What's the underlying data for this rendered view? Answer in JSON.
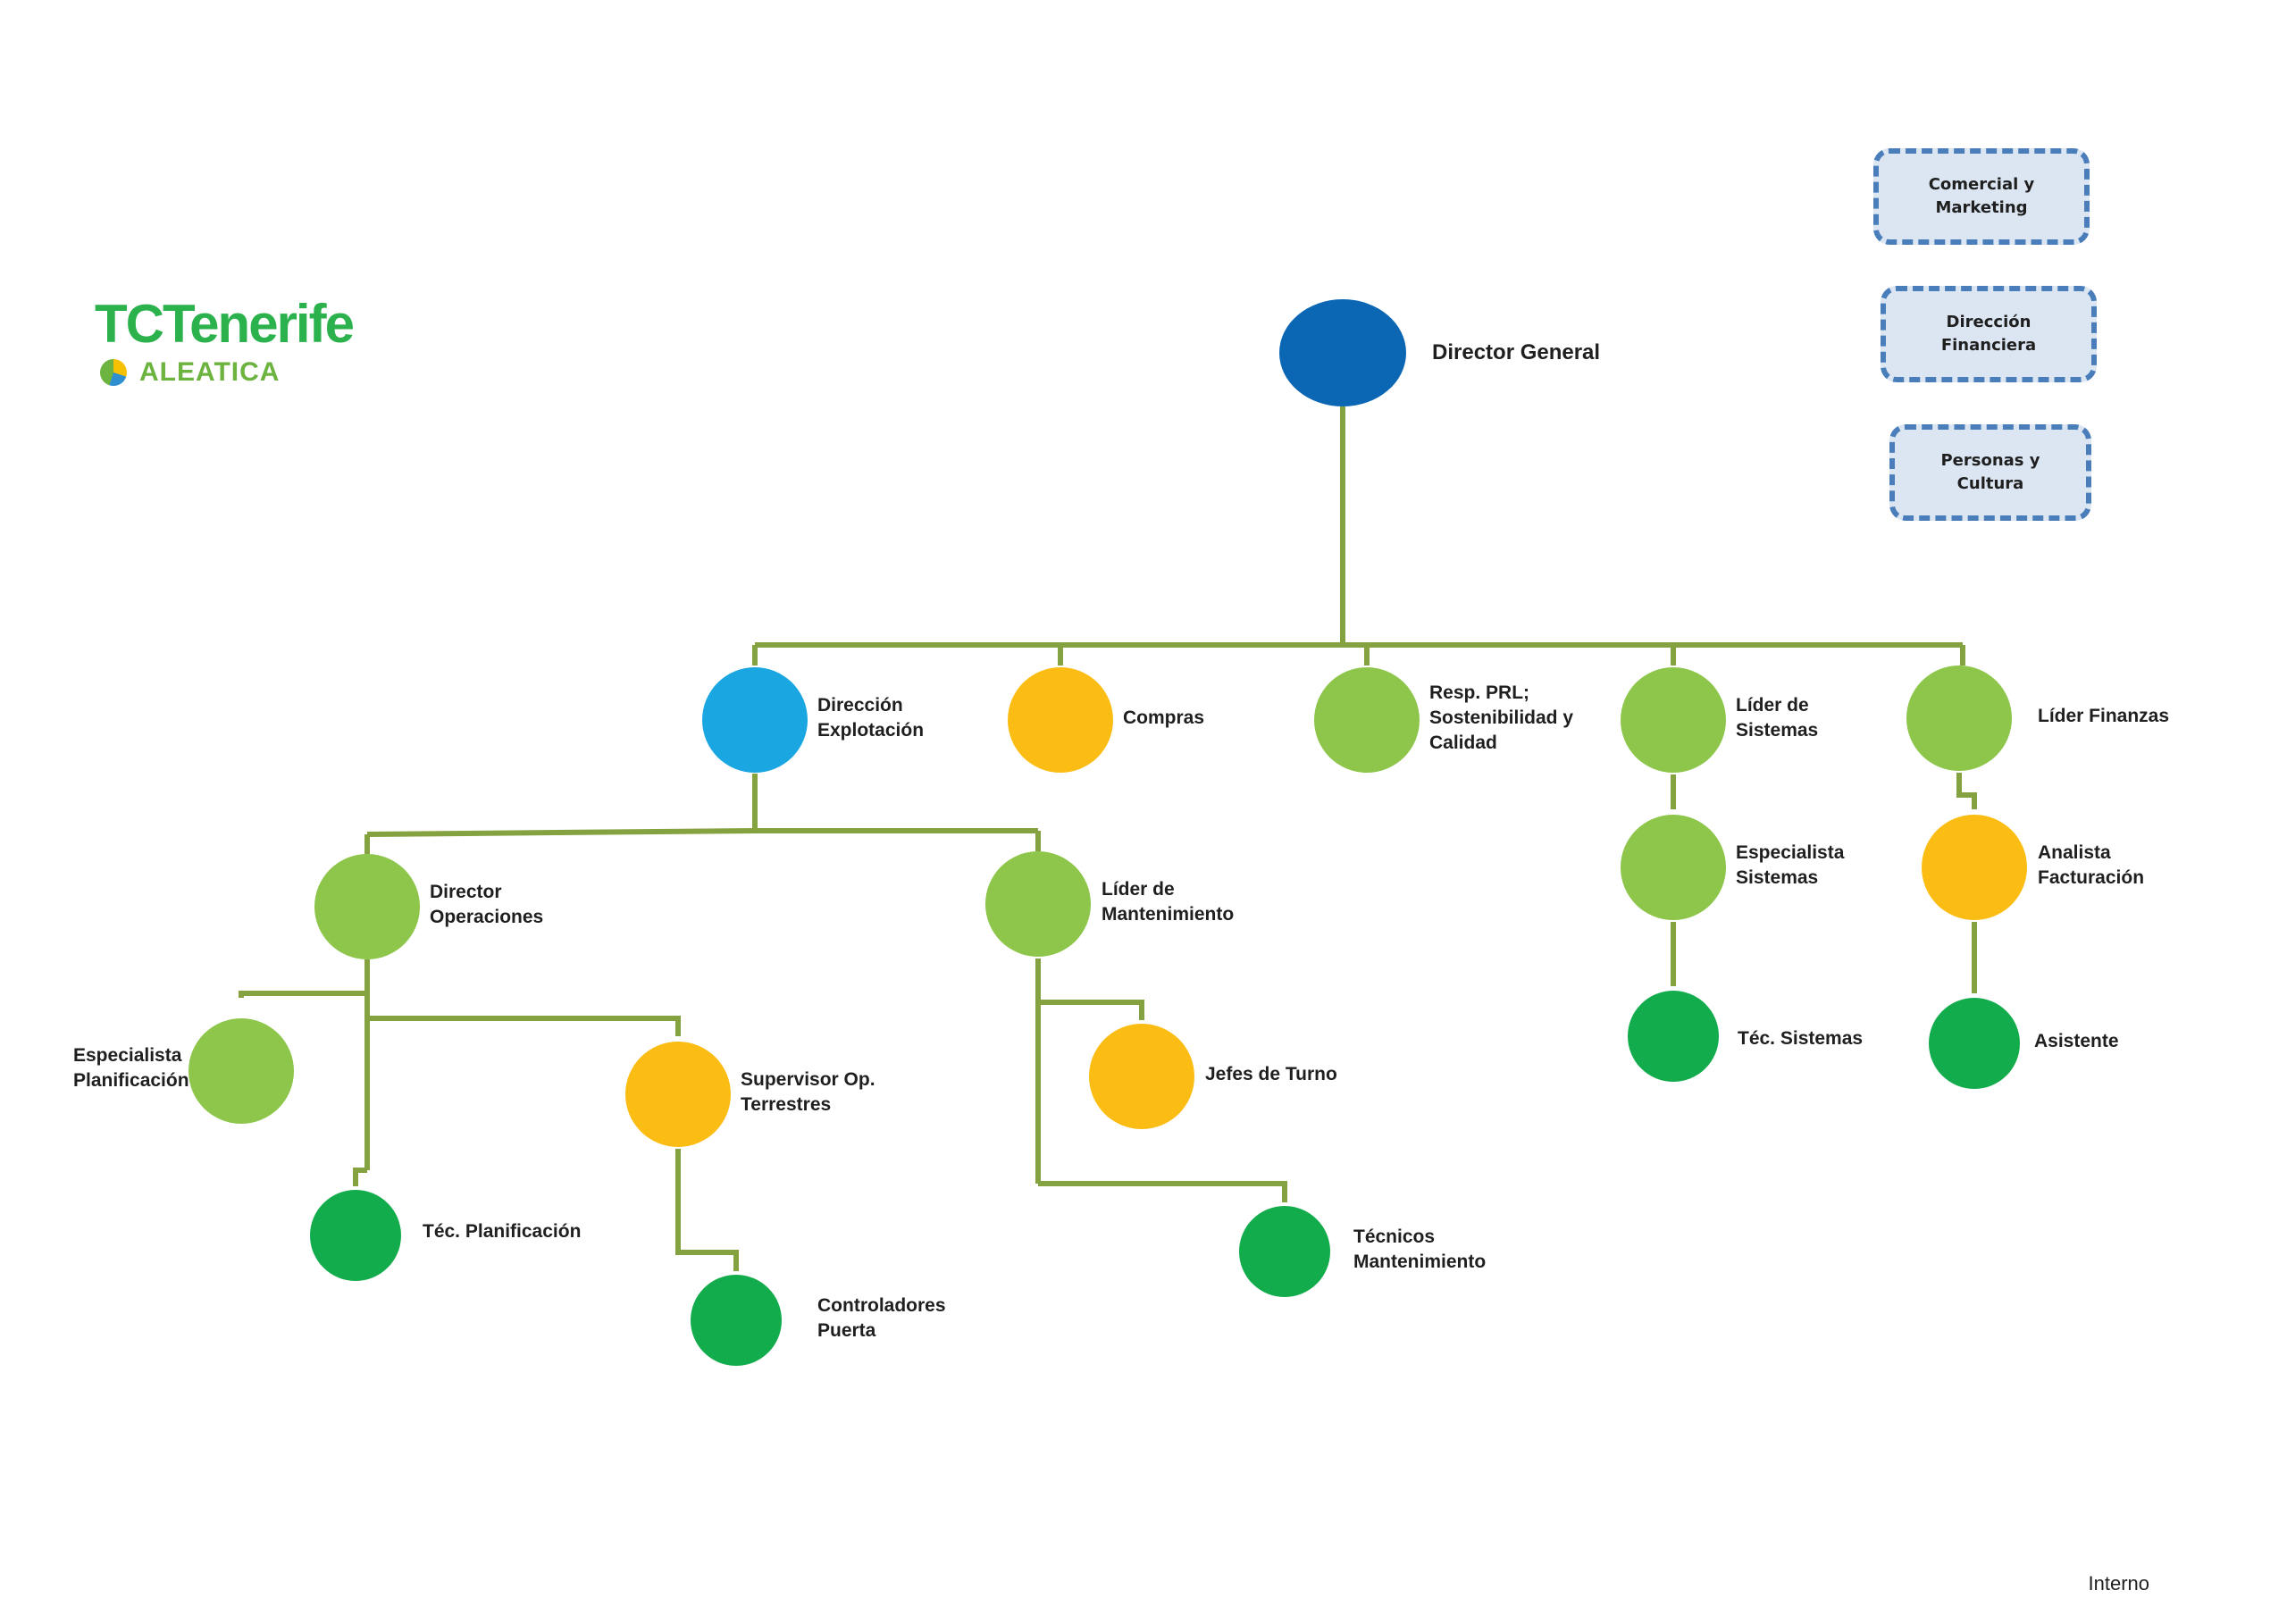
{
  "logo": {
    "brand": "TCTenerife",
    "company": "ALEATICA"
  },
  "colors": {
    "connector": "#84a23f",
    "director": "#0b67b4",
    "direccion": "#1aa6e0",
    "light_green": "#8dc64a",
    "yellow": "#fbbd14",
    "dark_green": "#13ac4c",
    "dash_border": "#4a7ebb",
    "dash_fill": "#dce6f2"
  },
  "support_units": [
    {
      "id": "comercial",
      "label": "Comercial y\nMarketing"
    },
    {
      "id": "financiera",
      "label": "Dirección\nFinanciera"
    },
    {
      "id": "personas",
      "label": "Personas y\nCultura"
    }
  ],
  "nodes": [
    {
      "id": "director-general",
      "label": "Director General",
      "color": "director"
    },
    {
      "id": "direccion-explotacion",
      "label": "Dirección\nExplotación",
      "color": "direccion"
    },
    {
      "id": "compras",
      "label": "Compras",
      "color": "yellow"
    },
    {
      "id": "resp-prl",
      "label": "Resp. PRL;\nSostenibilidad y\nCalidad",
      "color": "light_green"
    },
    {
      "id": "lider-sistemas",
      "label": "Líder de\nSistemas",
      "color": "light_green"
    },
    {
      "id": "lider-finanzas",
      "label": "Líder Finanzas",
      "color": "light_green"
    },
    {
      "id": "especialista-sistemas",
      "label": "Especialista\nSistemas",
      "color": "light_green"
    },
    {
      "id": "tec-sistemas",
      "label": "Téc. Sistemas",
      "color": "dark_green"
    },
    {
      "id": "analista-facturacion",
      "label": "Analista\nFacturación",
      "color": "yellow"
    },
    {
      "id": "asistente",
      "label": "Asistente",
      "color": "dark_green"
    },
    {
      "id": "director-operaciones",
      "label": "Director\nOperaciones",
      "color": "light_green"
    },
    {
      "id": "lider-mantenimiento",
      "label": "Líder de\nMantenimiento",
      "color": "light_green"
    },
    {
      "id": "especialista-planificacion",
      "label": "Especialista\nPlanificación",
      "color": "light_green"
    },
    {
      "id": "tec-planificacion",
      "label": "Téc. Planificación",
      "color": "dark_green"
    },
    {
      "id": "supervisor-op",
      "label": "Supervisor Op.\nTerrestres",
      "color": "yellow"
    },
    {
      "id": "controladores-puerta",
      "label": "Controladores\nPuerta",
      "color": "dark_green"
    },
    {
      "id": "jefes-turno",
      "label": "Jefes de Turno",
      "color": "yellow"
    },
    {
      "id": "tecnicos-mantenimiento",
      "label": "Técnicos\nMantenimiento",
      "color": "dark_green"
    }
  ],
  "footer": "Interno"
}
